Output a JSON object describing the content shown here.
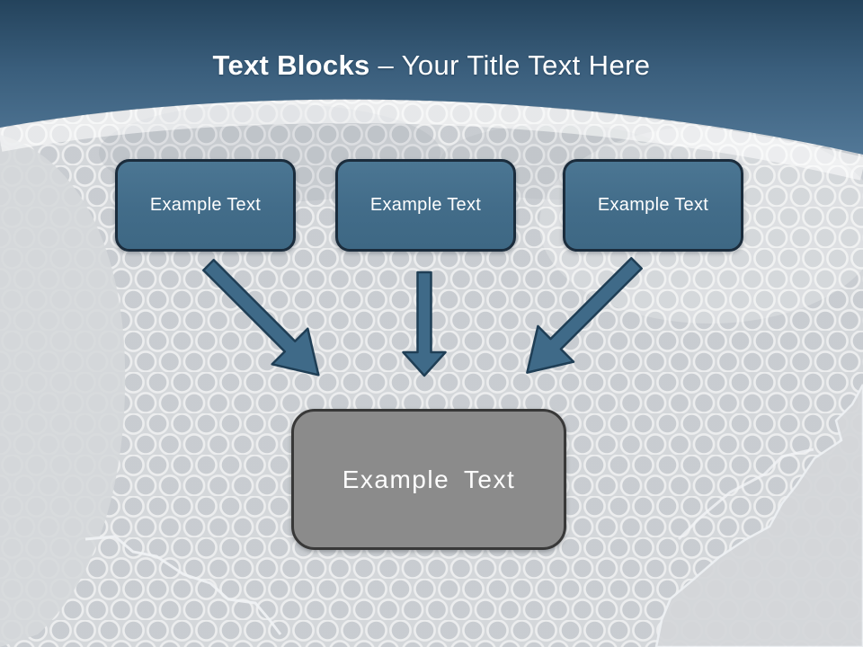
{
  "slide": {
    "title": {
      "bold": "Text Blocks",
      "regular": "– Your Title Text Here"
    },
    "blocks": [
      {
        "label": "Example Text"
      },
      {
        "label": "Example Text"
      },
      {
        "label": "Example Text"
      }
    ],
    "result_block": {
      "label": "Example Text"
    },
    "colors": {
      "header_top": "#274760",
      "header_bottom": "#527897",
      "background": "#d4d7da",
      "block_fill": "#436c89",
      "block_border": "#1b2c3c",
      "result_fill": "#8b8b8b",
      "result_border": "#383838",
      "arrow_fill": "#3f6a88",
      "arrow_border": "#1f3e55",
      "title_text": "#ffffff"
    }
  }
}
